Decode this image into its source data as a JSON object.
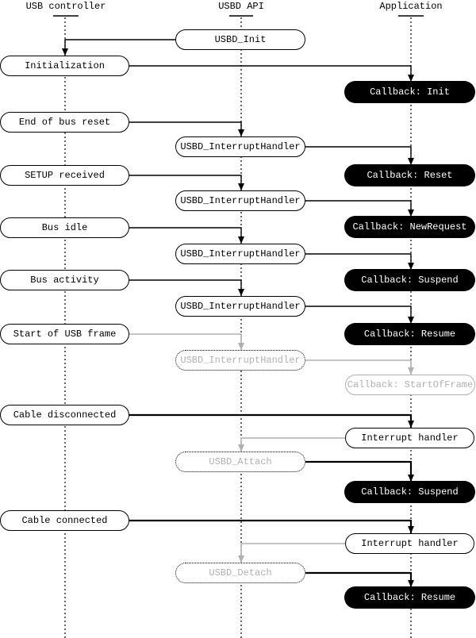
{
  "diagram": {
    "columns": [
      {
        "label": "USB controller"
      },
      {
        "label": "USBD API"
      },
      {
        "label": "Application"
      }
    ],
    "nodes": {
      "m1": {
        "label": "USBD_Init"
      },
      "l1": {
        "label": "Initialization"
      },
      "r1": {
        "label": "Callback: Init"
      },
      "l2": {
        "label": "End of bus reset"
      },
      "m2": {
        "label": "USBD_InterruptHandler"
      },
      "r2": {
        "label": "Callback: Reset"
      },
      "l3": {
        "label": "SETUP received"
      },
      "m3": {
        "label": "USBD_InterruptHandler"
      },
      "r3": {
        "label": "Callback: NewRequest"
      },
      "l4": {
        "label": "Bus idle"
      },
      "m4": {
        "label": "USBD_InterruptHandler"
      },
      "r4": {
        "label": "Callback: Suspend"
      },
      "l5": {
        "label": "Bus activity"
      },
      "m5": {
        "label": "USBD_InterruptHandler"
      },
      "r5": {
        "label": "Callback: Resume"
      },
      "l6": {
        "label": "Start of USB frame"
      },
      "m6": {
        "label": "USBD_InterruptHandler"
      },
      "r6": {
        "label": "Callback: StartOfFrame"
      },
      "l7": {
        "label": "Cable disconnected"
      },
      "r7": {
        "label": "Interrupt handler"
      },
      "m7": {
        "label": "USBD_Attach"
      },
      "r8": {
        "label": "Callback: Suspend"
      },
      "l8": {
        "label": "Cable connected"
      },
      "r9": {
        "label": "Interrupt handler"
      },
      "m8": {
        "label": "USBD_Detach"
      },
      "r10": {
        "label": "Callback: Resume"
      }
    },
    "colors": {
      "line": "#000000",
      "ghost": "#b0b0b0",
      "background": "#ffffff",
      "node_black_bg": "#000000"
    }
  }
}
